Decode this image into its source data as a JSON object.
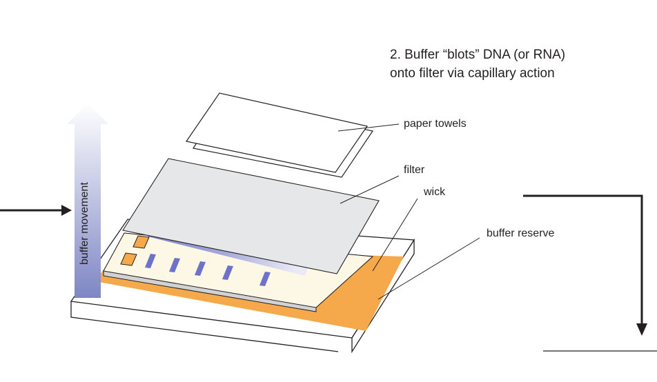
{
  "caption": {
    "line1": "2. Buffer “blots” DNA (or RNA)",
    "line2": "onto filter via capillary action"
  },
  "labels": {
    "paper_towels": "paper towels",
    "filter": "filter",
    "wick": "wick",
    "buffer_reserve": "buffer reserve",
    "buffer_movement": "buffer movement"
  },
  "colors": {
    "line": "#231f20",
    "wick": "#f5a94a",
    "filter": "#e6e7e8",
    "gel": "#fdf8e6",
    "dna_band": "#6e72c8",
    "well": "#f5a94a",
    "arrow_top": "#ffffff",
    "arrow_bottom": "#7e86c4"
  },
  "icons": {
    "left_arrow": "arrow-right-icon",
    "right_arrow": "arrow-down-icon",
    "buffer_arrow": "arrow-up-icon"
  }
}
